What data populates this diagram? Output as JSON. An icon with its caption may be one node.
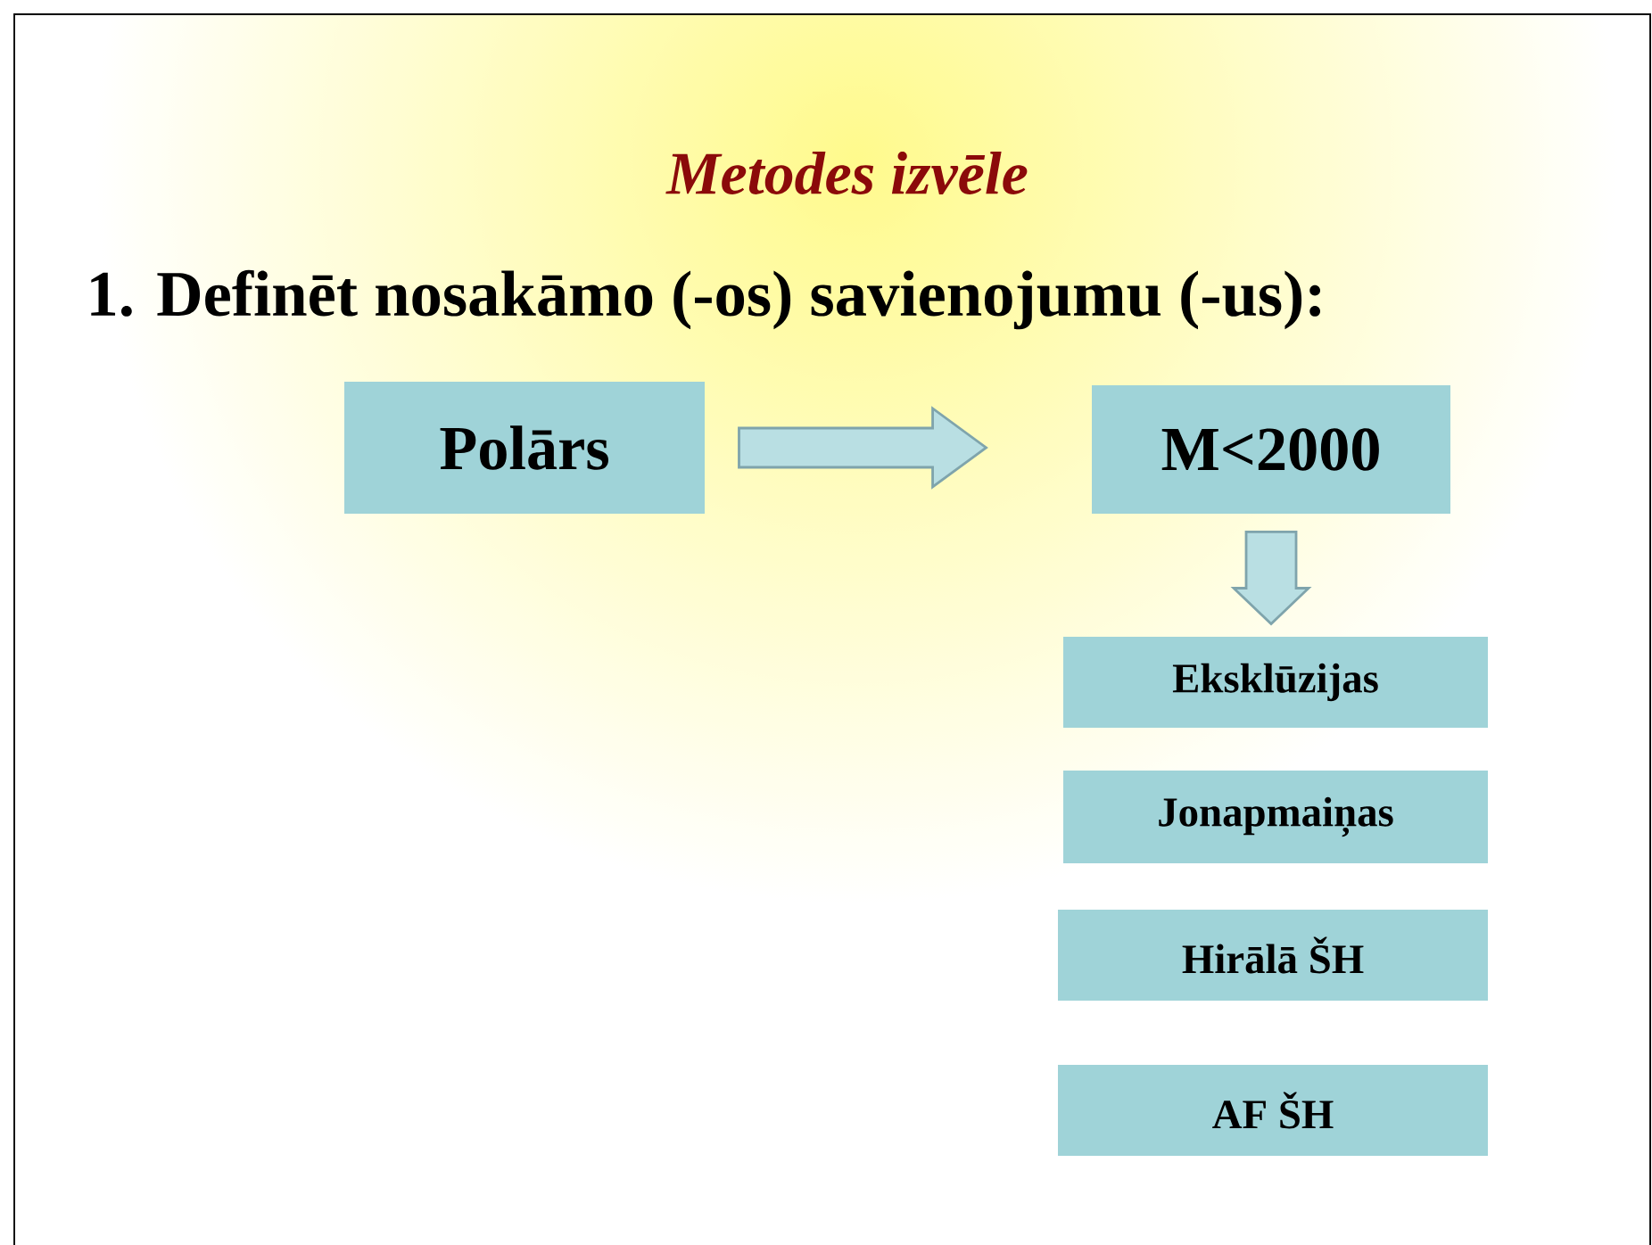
{
  "diagram": {
    "title": "Metodes izvēle",
    "nodes": [
      {
        "text": [
          "Polārs"
        ]
      },
      {
        "text": [
          "M<2000"
        ]
      },
      {
        "text": [
          "Eksklūzijas"
        ]
      },
      {
        "text": [
          "Jonapmaiņas"
        ]
      },
      {
        "text": [
          "Hirālā ŠH"
        ]
      },
      {
        "text": [
          "AF ŠH"
        ]
      }
    ],
    "edges": [
      {
        "from": 0,
        "to": 1,
        "arrow": "to"
      },
      {
        "from": 1,
        "to": 2,
        "arrow": "to"
      }
    ],
    "labels": [
      "1. Definēt nosakāmo (-os) savienojumu (-us):"
    ]
  }
}
